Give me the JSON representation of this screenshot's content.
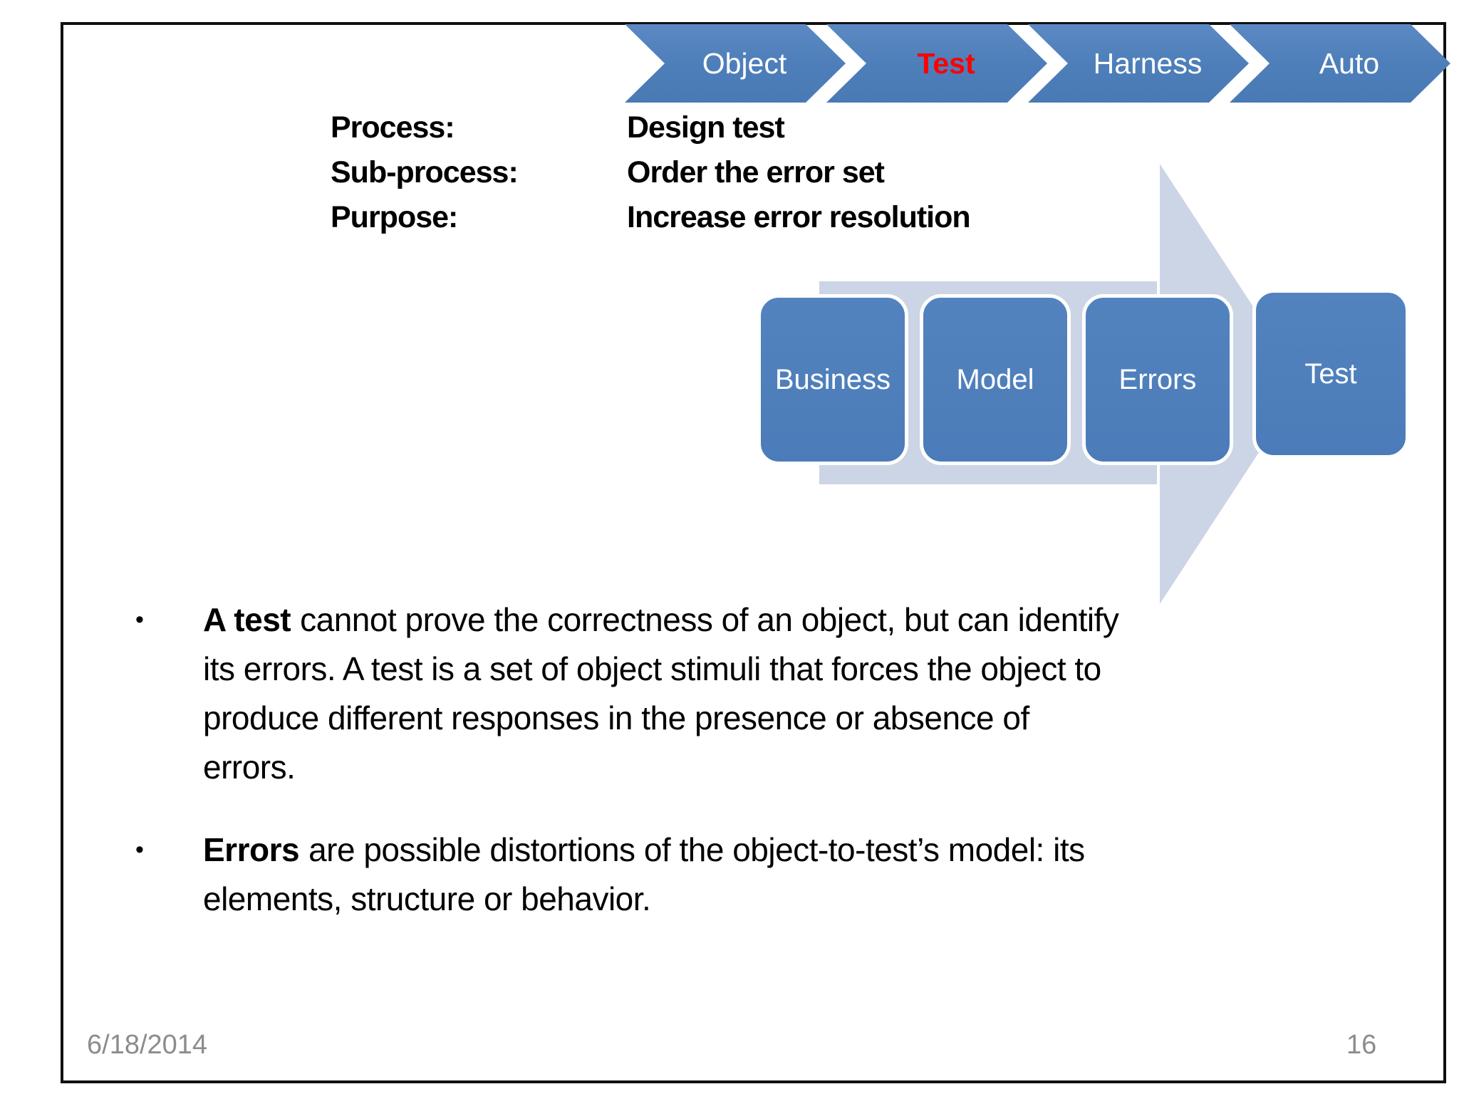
{
  "colors": {
    "accent_blue": "#4f81bd",
    "arrow_light_blue": "#ccd5e6",
    "highlight_red": "#ff0000",
    "text_black": "#000000",
    "footer_gray": "#8c8c8c",
    "border_black": "#101010",
    "box_text_white": "#ffffff"
  },
  "chevron_bar": {
    "items": [
      {
        "label": "Object",
        "highlighted": false
      },
      {
        "label": "Test",
        "highlighted": true
      },
      {
        "label": "Harness",
        "highlighted": false
      },
      {
        "label": "Auto",
        "highlighted": false
      }
    ]
  },
  "process_block": {
    "rows": [
      {
        "label": "Process:",
        "value": "Design test"
      },
      {
        "label": "Sub-process:",
        "value": "Order the error set"
      },
      {
        "label": "Purpose:",
        "value": "Increase error resolution"
      }
    ]
  },
  "flow_diagram": {
    "steps": [
      "Business",
      "Model",
      "Errors",
      "Test"
    ]
  },
  "bullet_marker": "•",
  "bullets": [
    {
      "lead": "A test",
      "lines": [
        "cannot prove the correctness of an object, but can identify",
        "its errors. A test is a set of object stimuli that forces the object to",
        "produce different responses in the presence or absence of",
        "errors."
      ]
    },
    {
      "lead": "Errors",
      "lines": [
        "are possible distortions of the object-to-test’s model: its",
        "elements, structure or behavior."
      ]
    }
  ],
  "footer": {
    "date": "6/18/2014",
    "page_number": "16"
  }
}
